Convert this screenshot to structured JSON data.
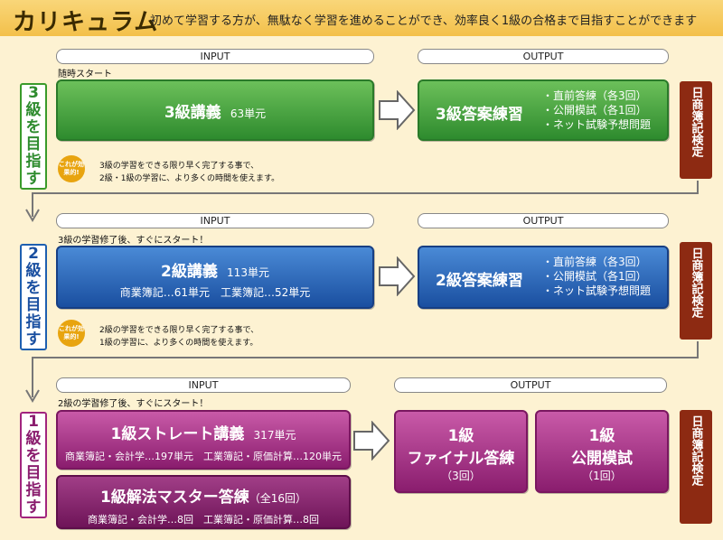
{
  "header": {
    "title": "カリキュラム",
    "subtitle": "初めて学習する方が、無駄なく学習を進めることができ、効率良く1級の合格まで目指すことができます"
  },
  "labels": {
    "input": "INPUT",
    "output": "OUTPUT",
    "effect_badge": "これが効果的!",
    "exam": "日商簿記検定"
  },
  "level3": {
    "side_label": "3級を目指す",
    "start_note": "随時スタート",
    "course_title": "3級講義",
    "course_units": "63単元",
    "output_title": "3級答案練習",
    "output_items": [
      "・直前答練（各3回）",
      "・公開模試（各1回）",
      "・ネット試験予想問題"
    ],
    "tip_line1": "3級の学習をできる限り早く完了する事で、",
    "tip_line2": "2級・1級の学習に、より多くの時間を使えます。"
  },
  "level2": {
    "side_label": "2級を目指す",
    "start_note": "3級の学習修了後、すぐにスタート！",
    "course_title": "2級講義",
    "course_units": "113単元",
    "course_detail": "商業簿記…61単元　工業簿記…52単元",
    "output_title": "2級答案練習",
    "output_items": [
      "・直前答練（各3回）",
      "・公開模試（各1回）",
      "・ネット試験予想問題"
    ],
    "tip_line1": "2級の学習をできる限り早く完了する事で、",
    "tip_line2": "1級の学習に、より多くの時間を使えます。"
  },
  "level1": {
    "side_label": "1級を目指す",
    "start_note": "2級の学習修了後、すぐにスタート！",
    "course_title": "1級ストレート講義",
    "course_units": "317単元",
    "course_detail": "商業簿記・会計学…197単元　工業簿記・原価計算…120単元",
    "master_title": "1級解法マスター答練",
    "master_count": "（全16回）",
    "master_detail": "商業簿記・会計学…8回　工業簿記・原価計算…8回",
    "final_line1": "1級",
    "final_line2": "ファイナル答練",
    "final_count": "（3回）",
    "mock_line1": "1級",
    "mock_line2": "公開模試",
    "mock_count": "（1回）"
  }
}
